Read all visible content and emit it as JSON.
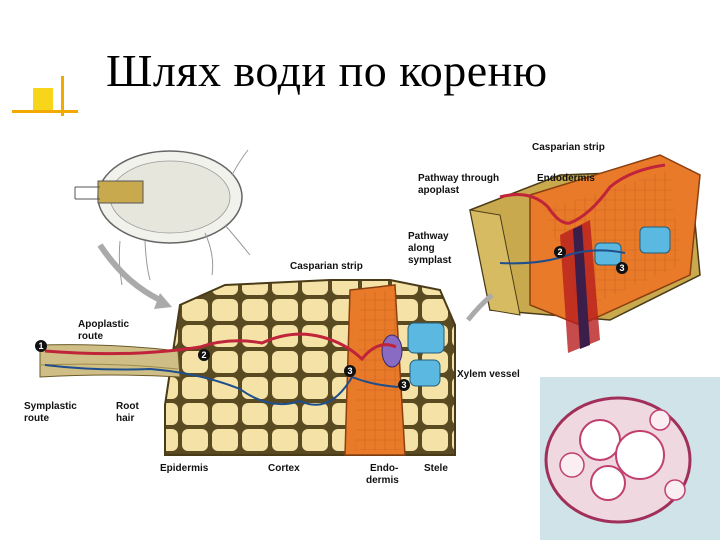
{
  "slide": {
    "title": "Шлях води по кореню"
  },
  "diagram": {
    "labels": {
      "casparian_strip_top": "Casparian strip",
      "pathway_apoplast_1": "Pathway through",
      "pathway_apoplast_2": "apoplast",
      "endodermis_top": "Endodermis",
      "pathway_symplast_1": "Pathway",
      "pathway_symplast_2": "along",
      "pathway_symplast_3": "symplast",
      "casparian_strip_mid": "Casparian strip",
      "apoplastic_route_1": "Apoplastic",
      "apoplastic_route_2": "route",
      "symplastic_route_1": "Symplastic",
      "symplastic_route_2": "route",
      "root_hair_1": "Root",
      "root_hair_2": "hair",
      "xylem_vessel": "Xylem vessel",
      "epidermis": "Epidermis",
      "cortex": "Cortex",
      "endodermis_bottom_1": "Endo-",
      "endodermis_bottom_2": "dermis",
      "stele": "Stele"
    },
    "markers": [
      "1",
      "2",
      "3",
      "3",
      "2",
      "3"
    ]
  },
  "colors": {
    "apoplast_route": "#c0243a",
    "symplast_route": "#1f4e8c",
    "cell_fill": "#f4e2a6",
    "cell_wall": "#6b5a2a",
    "endodermis": "#e87a2a",
    "xylem": "#5bb8e0",
    "title_accent": "#f7d51a"
  }
}
